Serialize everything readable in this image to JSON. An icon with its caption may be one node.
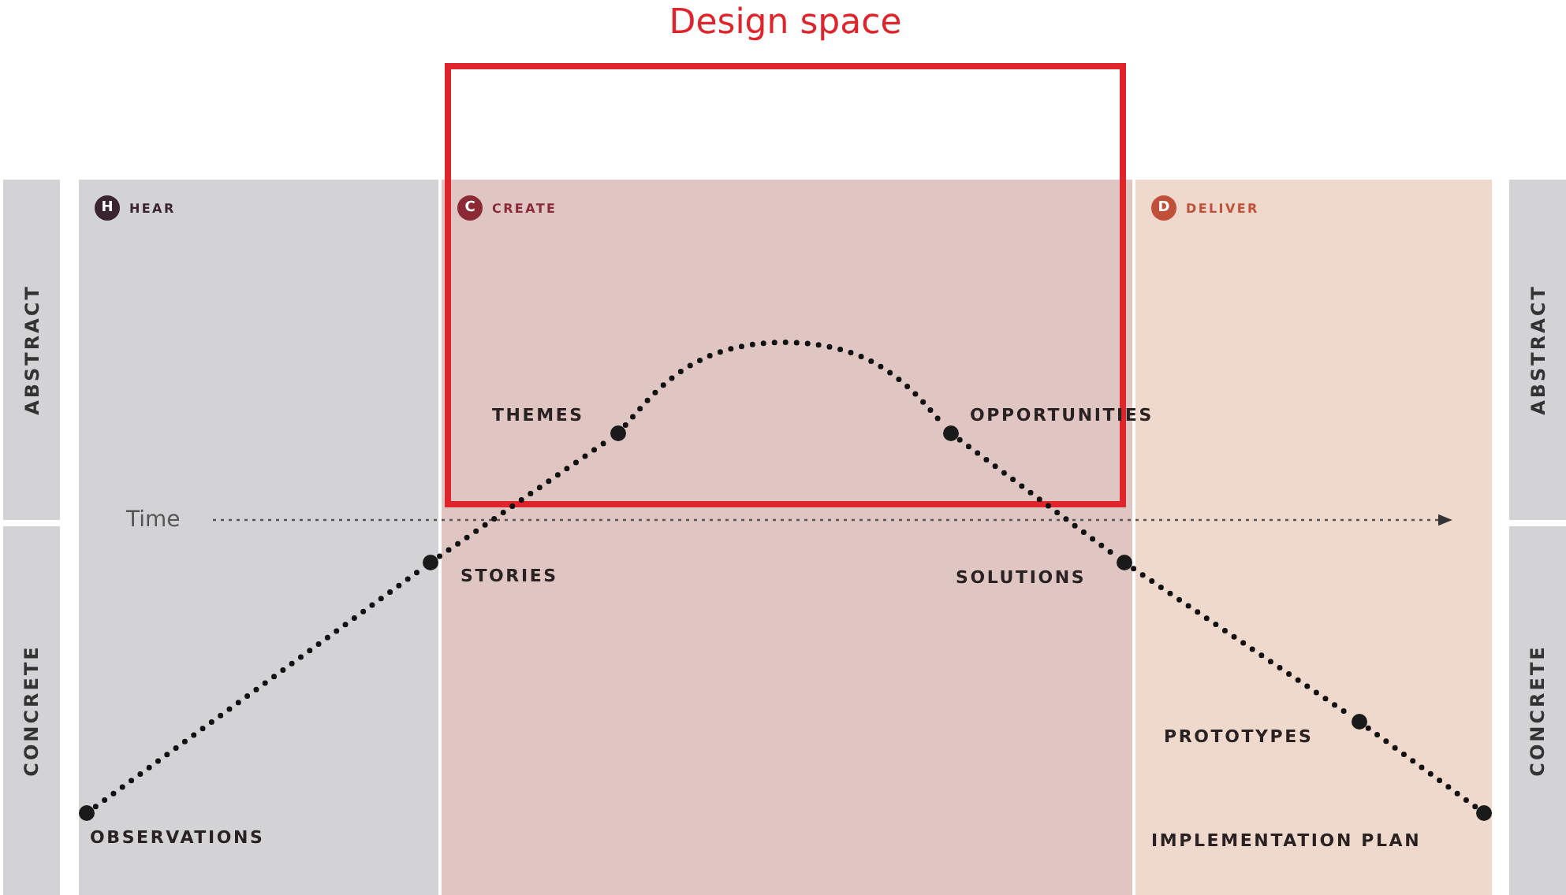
{
  "diagram": {
    "nodes": [
      {
        "text": [
          "ABSTRACT"
        ]
      },
      {
        "text": [
          "CONCRETE"
        ]
      },
      {
        "text": [
          "ABSTRACT"
        ]
      },
      {
        "text": [
          "CONCRETE"
        ]
      },
      {
        "text": [
          "H",
          "HEAR"
        ]
      },
      {
        "text": [
          "C",
          "CREATE"
        ]
      },
      {
        "text": [
          "D",
          "DELIVER"
        ]
      },
      {
        "text": [],
        "shape": "circle",
        "beside": [
          "OBSERVATIONS"
        ],
        "in": 4
      },
      {
        "text": [],
        "shape": "circle",
        "beside": [
          "STORIES"
        ],
        "in": 4
      },
      {
        "text": [],
        "shape": "circle",
        "beside": [
          "THEMES"
        ],
        "in": 5
      },
      {
        "text": [],
        "shape": "circle",
        "beside": [
          "OPPORTUNITIES"
        ],
        "in": 5
      },
      {
        "text": [],
        "shape": "circle",
        "beside": [
          "SOLUTIONS"
        ],
        "in": 5
      },
      {
        "text": [],
        "shape": "circle",
        "beside": [
          "PROTOTYPES"
        ],
        "in": 6
      },
      {
        "text": [],
        "shape": "circle",
        "beside": [
          "IMPLEMENTATION PLAN"
        ],
        "in": 6
      }
    ],
    "edges": [
      {
        "from": 7,
        "to": 8,
        "arrow": "none",
        "style": "dashed"
      },
      {
        "from": 8,
        "to": 9,
        "arrow": "none",
        "style": "dashed"
      },
      {
        "from": 9,
        "to": 10,
        "arrow": "none",
        "style": "dashed"
      },
      {
        "from": 10,
        "to": 11,
        "arrow": "none",
        "style": "dashed"
      },
      {
        "from": 11,
        "to": 12,
        "arrow": "none",
        "style": "dashed"
      },
      {
        "from": 12,
        "to": 13,
        "arrow": "none",
        "style": "dashed"
      }
    ],
    "labels": [
      "Design space",
      "Time"
    ]
  }
}
